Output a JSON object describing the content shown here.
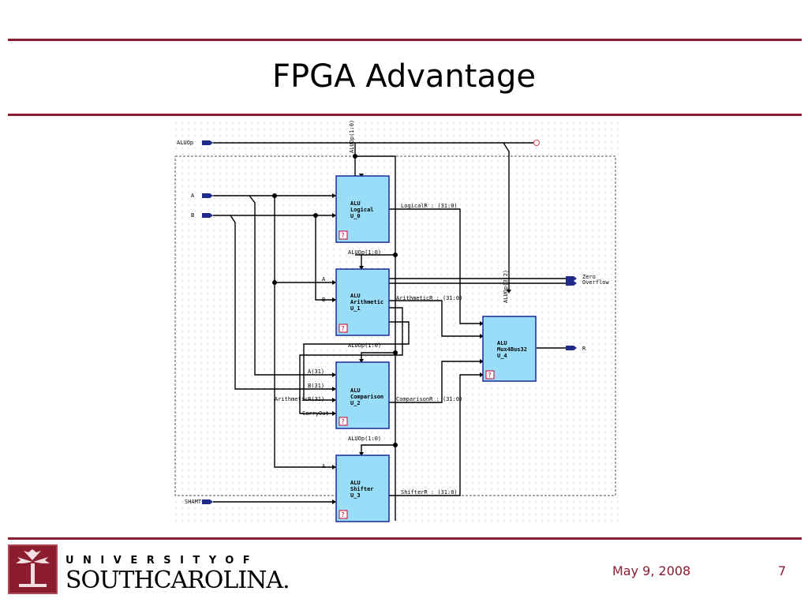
{
  "slide": {
    "title": "FPGA Advantage",
    "date": "May 9, 2008",
    "page": "7"
  },
  "footer": {
    "logo_top": "UNIVERSITYOF",
    "logo_bottom": "SOUTHCAROLINA."
  },
  "colors": {
    "accent": "#8c1d2f",
    "block_fill": "#99ddf9",
    "block_stroke": "#1a2a9a",
    "port": "#1f2a8a"
  },
  "diagram": {
    "inputs": [
      "ALUOp",
      "A",
      "B",
      "SHAMT"
    ],
    "outputs": [
      "Zero",
      "Overflow",
      "R"
    ],
    "top_bus": "ALUOp(1:0)",
    "blocks": [
      {
        "name": "ALU",
        "sub": "Logical",
        "inst": "U_0"
      },
      {
        "name": "ALU",
        "sub": "Arithmetic",
        "inst": "U_1"
      },
      {
        "name": "ALU",
        "sub": "Comparison",
        "inst": "U_2"
      },
      {
        "name": "ALU",
        "sub": "Shifter",
        "inst": "U_3"
      },
      {
        "name": "ALU",
        "sub": "Mux4Bus32",
        "inst": "U_4"
      }
    ],
    "signals": {
      "logical_r": "LogicalR : (31:0)",
      "arith_r": "ArithmeticR : (31:0)",
      "comp_r": "ComparisonR : (31:0)",
      "shift_r": "ShifterR : (31:0)",
      "aluop_10": "ALUOp(1:0)",
      "aluop_32": "ALUOp(3:2)"
    },
    "pins": {
      "a": "A",
      "b": "B",
      "a31": "A(31)",
      "b31": "B(31)",
      "arith31": "ArithmeticR(31)",
      "carry": "CarryOut"
    },
    "help_glyph": "?"
  }
}
